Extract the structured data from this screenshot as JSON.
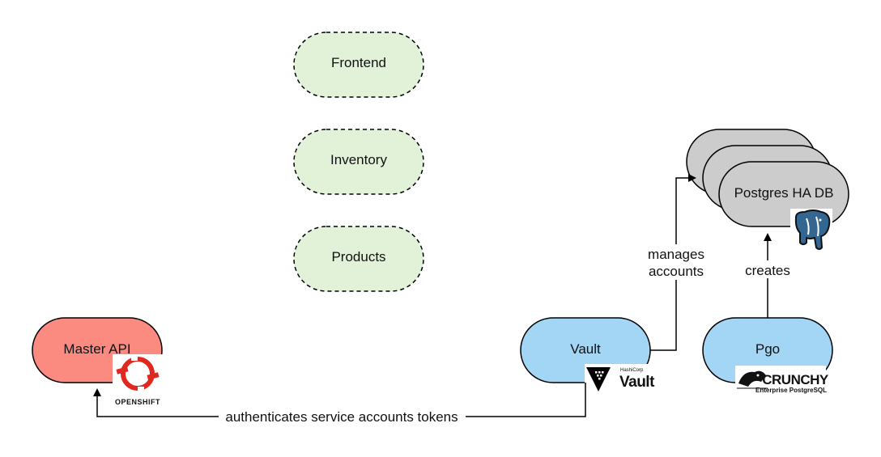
{
  "nodes": {
    "frontend": {
      "label": "Frontend"
    },
    "inventory": {
      "label": "Inventory"
    },
    "products": {
      "label": "Products"
    },
    "master_api": {
      "label": "Master API"
    },
    "vault": {
      "label": "Vault"
    },
    "pgo": {
      "label": "Pgo"
    },
    "postgres": {
      "label": "Postgres HA DB"
    }
  },
  "edges": {
    "auth": {
      "label": "authenticates service accounts tokens"
    },
    "manages": {
      "label_line1": "manages",
      "label_line2": "accounts"
    },
    "creates": {
      "label": "creates"
    }
  },
  "logos": {
    "openshift": {
      "text": "OPENSHIFT",
      "icon": "openshift-icon"
    },
    "vault": {
      "brand": "HashiCorp",
      "name": "Vault",
      "icon": "vault-icon"
    },
    "crunchy": {
      "name": "CRUNCHY",
      "sub": "Enterprise PostgreSQL",
      "icon": "crunchy-icon"
    },
    "postgres": {
      "icon": "postgres-elephant-icon"
    }
  },
  "colors": {
    "dashed_fill": "#e2f2d8",
    "master_fill": "#fb8b80",
    "blue_fill": "#a3d6f5",
    "db_fill": "#cccccc",
    "openshift_red": "#e0281f",
    "postgres_blue": "#336791"
  }
}
